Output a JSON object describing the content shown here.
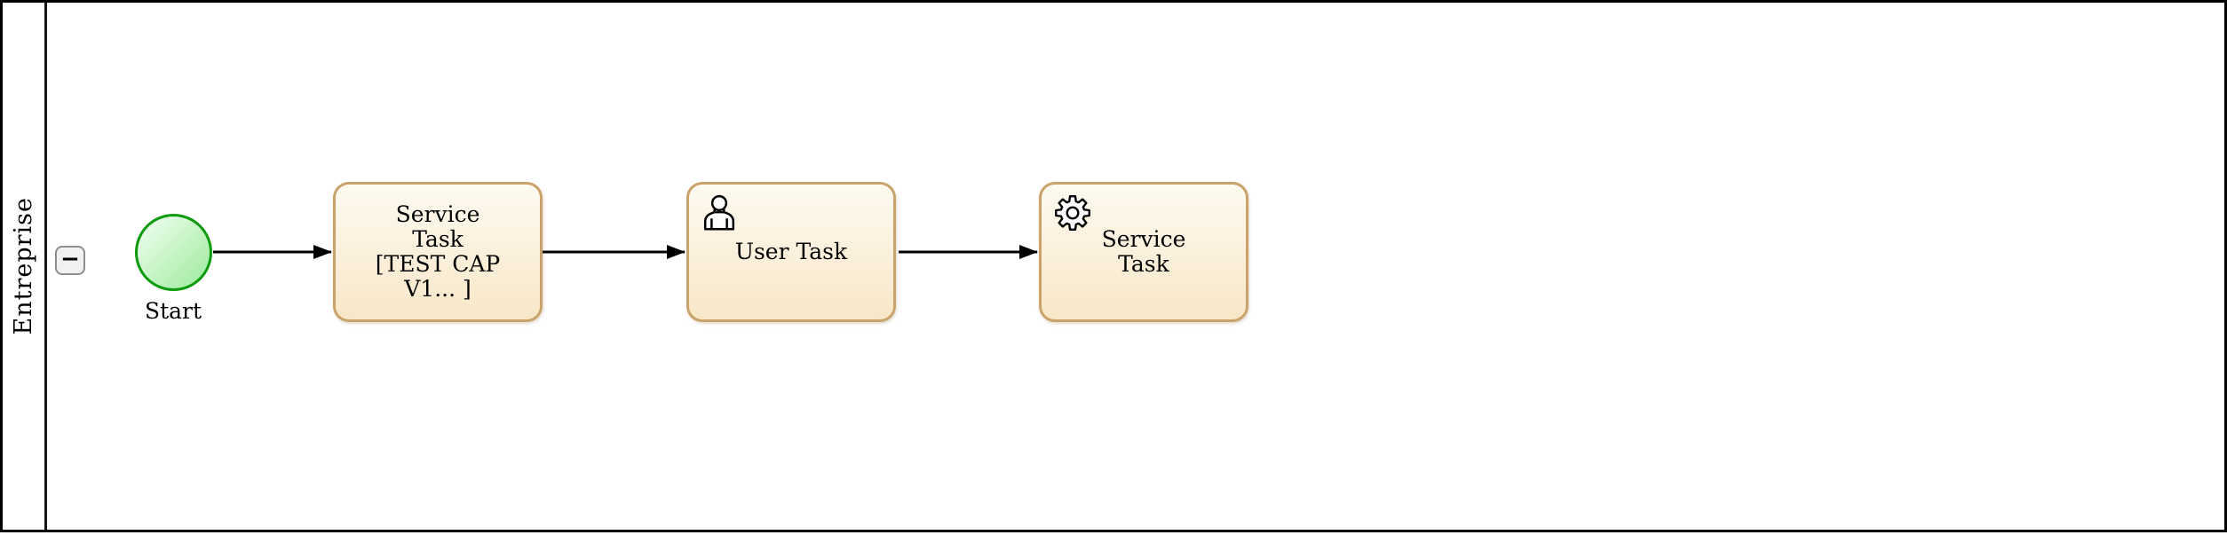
{
  "lane": {
    "label": "Entreprise",
    "collapse_glyph": "−"
  },
  "diagram": {
    "start_event": {
      "label": "Start",
      "border_color": "#0d9b0d",
      "fill_from": "#f4fef4",
      "fill_to": "#9cea9c"
    },
    "nodes": [
      {
        "id": "service-task-1",
        "type": "service-task",
        "icon": null,
        "label": "Service\nTask\n[TEST CAP\nV1... ]"
      },
      {
        "id": "user-task",
        "type": "user-task",
        "icon": "user-icon",
        "label": "User Task"
      },
      {
        "id": "service-task-2",
        "type": "service-task",
        "icon": "gear-icon",
        "label": "Service\nTask"
      }
    ],
    "task_style": {
      "border_color": "#c9a36b",
      "fill_from": "#fdfaf0",
      "fill_to": "#f8e7c8"
    },
    "connector_color": "#000000",
    "icons": {
      "user_task": "user-icon",
      "service_task": "gear-icon",
      "lane_collapse": "minus-icon"
    }
  }
}
